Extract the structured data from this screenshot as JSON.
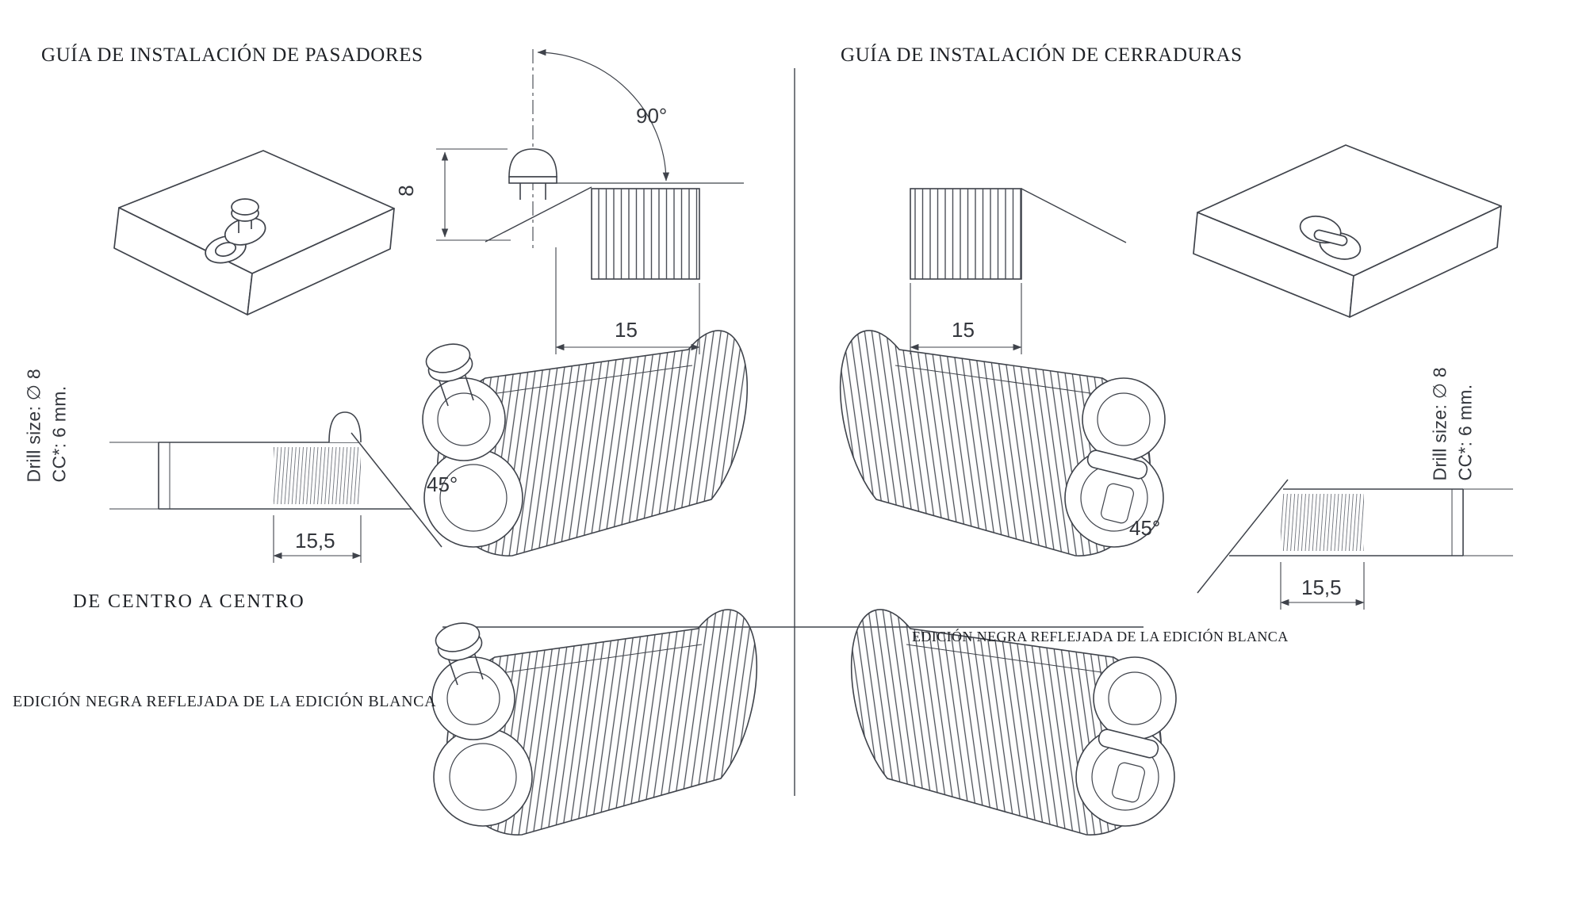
{
  "canvas": {
    "background": "#ffffff",
    "line_color": "#3f434b"
  },
  "left": {
    "title": "GUÍA DE INSTALACIÓN DE PASADORES",
    "dims": {
      "angle_90": "90°",
      "height_8": "8",
      "length_15": "15",
      "angle_45": "45°",
      "length_15_5": "15,5"
    },
    "drill_note": {
      "line1": "Drill size: ∅ 8",
      "line2": "CC*: 6 mm."
    },
    "center_to_center": "DE CENTRO A CENTRO",
    "edition_note": "EDICIÓN NEGRA REFLEJADA DE LA EDICIÓN BLANCA"
  },
  "right": {
    "title": "GUÍA DE INSTALACIÓN DE CERRADURAS",
    "dims": {
      "length_15": "15",
      "angle_45": "45°",
      "length_15_5": "15,5"
    },
    "drill_note": {
      "line1": "Drill size: ∅ 8",
      "line2": "CC*: 6 mm."
    },
    "edition_note": "EDICIÓN NEGRA REFLEJADA DE LA EDICIÓN BLANCA"
  }
}
